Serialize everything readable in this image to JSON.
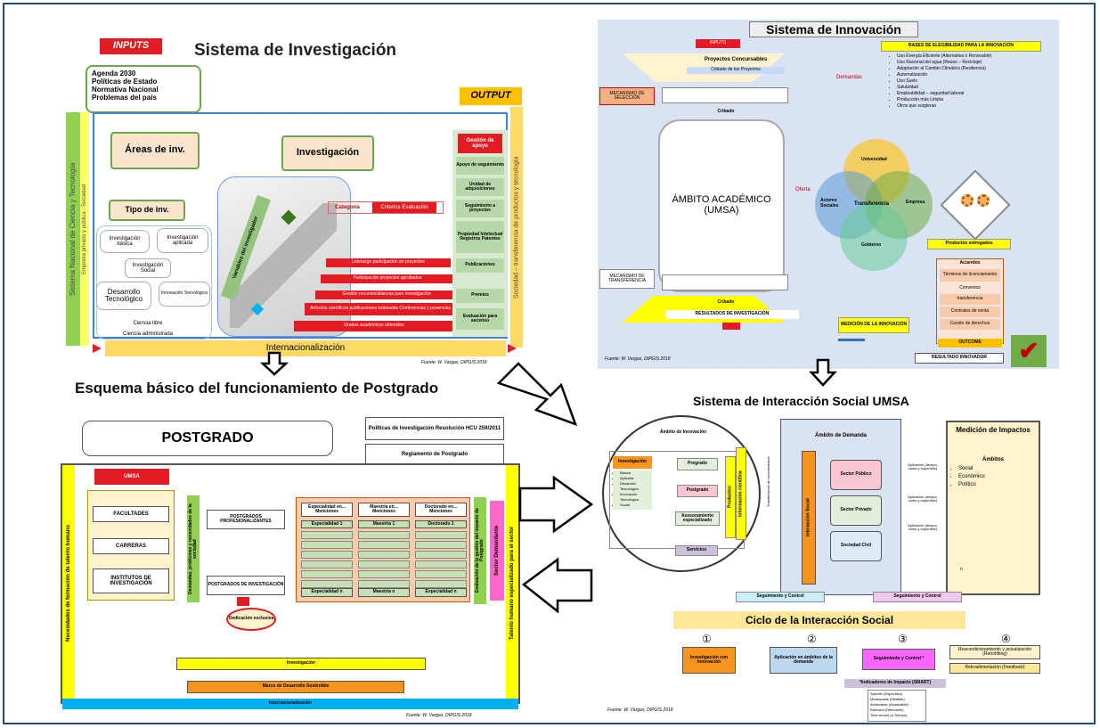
{
  "p1": {
    "inputs": "INPUTS",
    "title": "Sistema de Investigación",
    "agenda": [
      "Agenda 2030",
      "Políticas de Estado",
      "Normativa Nacional",
      "Problemas del país"
    ],
    "output": "OUTPUT",
    "left_vertical": "Sistema Nacional de Ciencia y Tecnología",
    "left_vertical2": "Empresa privada y pública - Sociedad",
    "right_vertical": "Sociedad – transferencia de productos y tecnología",
    "areas": "Áreas de inv.",
    "investigacion": "Investigación",
    "tipo": "Tipo de inv.",
    "inv_basica": "Investigación básica",
    "inv_aplicada": "Investigación aplicada",
    "inv_social": "Investigación Social",
    "desarrollo": "Desarrollo Tecnológico",
    "innovacion": "Innovación Tecnológica",
    "ciencia_libre": "Ciencia libre",
    "ciencia_admin": "Ciencia administrada",
    "gestion": "Gestión de apoyo",
    "side_items": [
      "Apoyo de seguimiento",
      "Unidad de adquisiciones",
      "Seguimiento a proyectos",
      "Propiedad Intelectual Registros Patentes",
      "Publicaciones",
      "Premios",
      "Evaluación para ascenso"
    ],
    "categoria": "Categoría",
    "criterios": "Criterios Evaluación",
    "niveles": "Variables del investigador",
    "red_items": [
      "Liderazgo participación en proyectos",
      "Participación proyectos aprobados",
      "Gestión recursos/alianzas para investigación",
      "Artículos científicos publicaciones indexadas Conferencias y ponencias",
      "Grados académicos obtenidos"
    ],
    "internacional": "Internacionalización",
    "fuente": "Fuente: W. Vargas, DIPGIS 2018"
  },
  "p2": {
    "title": "Sistema de Innovación",
    "inputs": "INPUTS",
    "bases": "BASES DE ELEGIBILIDAD PARA LA INNOVACIÓN",
    "bases_list": [
      "Uso Energía Eficiente (Alternativa o Renovable)",
      "Uso Racional del agua (Reúso – Reciclaje)",
      "Adaptación al Cambio Climático (Resiliencia)",
      "Automatización",
      "Uso Suelo",
      "Salubridad",
      "Empleabilidad – seguridad laboral",
      "Producción más Limpia",
      "Otros que surgieran"
    ],
    "proyectos": "Proyectos Concursables",
    "cribado_de": "Cribado de los Proyectos",
    "mecanismo_sel": "MECANISMO DE SELECCIÓN",
    "cribado": "Cribado",
    "demandas": "Demandas",
    "ambito": "ÁMBITO ACADÉMICO (UMSA)",
    "oferta": "Oferta",
    "universidad": "Universidad",
    "actores": "Actores Sociales",
    "transferencia": "Transferencia",
    "empresa": "Empresa",
    "gobierno": "Gobierno",
    "productos": "Productos entregados",
    "acuerdos": "Acuerdos",
    "acuerdos_items": [
      "Términos de licenciamiento",
      "Convenios",
      "transferencia",
      "Contratos de venta",
      "Cesión de derechos"
    ],
    "mecanismo_trans": "MECANISMO DE TRANSFERENCIA",
    "cribado2": "Cribado",
    "resultados": "RESULTADOS DE INVESTIGACIÓN",
    "medicion": "MEDICIÓN DE LA INNOVACIÓN",
    "outcome": "OUTCOME",
    "resultado": "RESULTADO INNOVADOR",
    "fuente": "Fuente: W. Vargas, DIPGIS 2018"
  },
  "p3": {
    "title": "Esquema básico del funcionamiento de Postgrado",
    "postgrado": "POSTGRADO",
    "politicas": "Políticas de Investigación Resolución HCU 259/2011",
    "reglamento": "Reglamento de Postgrado",
    "umsa": "UMSA",
    "facultades": "FACULTADES",
    "carreras": "CARRERAS",
    "institutos": "INSTITUTOS DE INVESTIGACIÓN",
    "demandas": "Demandas, problemas y necesidades de la sociedad",
    "prof": "POSTGRADOS PROFESIONALIZANTES",
    "invest": "POSTGRADOS DE INVESTIGACIÓN",
    "dedicacion": "Dedicación exclusiva",
    "col_heads": [
      "Especialidad en... Menciones",
      "Maestría en... Menciones",
      "Doctorado en... Menciones"
    ],
    "col_tops": [
      "Especialidad 1",
      "Maestría 1",
      "Doctorado 1"
    ],
    "col_bots": [
      "Especialidad n",
      "Maestría n",
      "Especialidad n"
    ],
    "evaluacion": "Evaluación de la gestión del impacto de Postgrado",
    "sector": "Sector Demandante",
    "left_v": "Necesidades de formación de talento humano",
    "right_v": "Talento humano especializado para el sector",
    "investigacion": "Investigación",
    "marco": "Marco de Desarrollo Sostenible",
    "internacional": "Internacionalización",
    "fuente": "Fuente: W. Vargas, DIPGIS 2018"
  },
  "p4": {
    "title": "Sistema de Interacción Social UMSA",
    "ambito_inn": "Ámbito de Innovación",
    "investigacion": "Investigación",
    "inv_list": [
      "Básica",
      "Aplicada",
      "Desarrollo Tecnológico",
      "Innovación Tecnológica",
      "Social"
    ],
    "pregrado": "Pregrado",
    "postgrado": "Postgrado",
    "asesoramiento": "Asesoramiento especializado",
    "servicios": "Servicios",
    "productos": "Productos",
    "informacion": "Información científica",
    "transferencia": "Transferencia de conocimientos",
    "ambito_dem": "Ámbito de Demanda",
    "interaccion": "Interacción Social",
    "sector_pub": "Sector Público",
    "sector_priv": "Sector Privado",
    "sociedad": "Sociedad Civil",
    "aplicacion": "Aplicación (tiempo, costo y superficie)",
    "medicion": "Medición de Impactos",
    "ambitos": "Ámbitos",
    "ambitos_list": [
      "Social",
      "Económico",
      "Político",
      "n"
    ],
    "seguimiento": "Seguimiento y Control",
    "ciclo": "Ciclo de la Interacción Social",
    "nums": [
      "①",
      "②",
      "③",
      "④"
    ],
    "c1": "Investigación con Innovación",
    "c2": "Aplicación en ámbitos de la demanda",
    "c3": "Seguimiento y Control *",
    "c4a": "Reacondicionamiento y actualización (Retrofitting)",
    "c4b": "Retroalimentación (Feedback)",
    "indicadores": "*Indicadores de Impacto (SMART)",
    "smart": [
      "Specific (Específico)",
      "Measurable (Medible)",
      "Achievable (Alcanzable)",
      "Relevant (Relevante)",
      "Time-bound (a Tiempo)"
    ],
    "fuente": "Fuente: W. Vargas, DIPGIS 2018"
  },
  "colors": {
    "frame": "#1f4e79",
    "red": "#e31b23",
    "yellow": "#ffff00",
    "orange": "#f7941d",
    "green": "#92d050",
    "tan": "#f4cca4",
    "pink": "#f9c6d2",
    "lightblue": "#c5d9f1"
  }
}
